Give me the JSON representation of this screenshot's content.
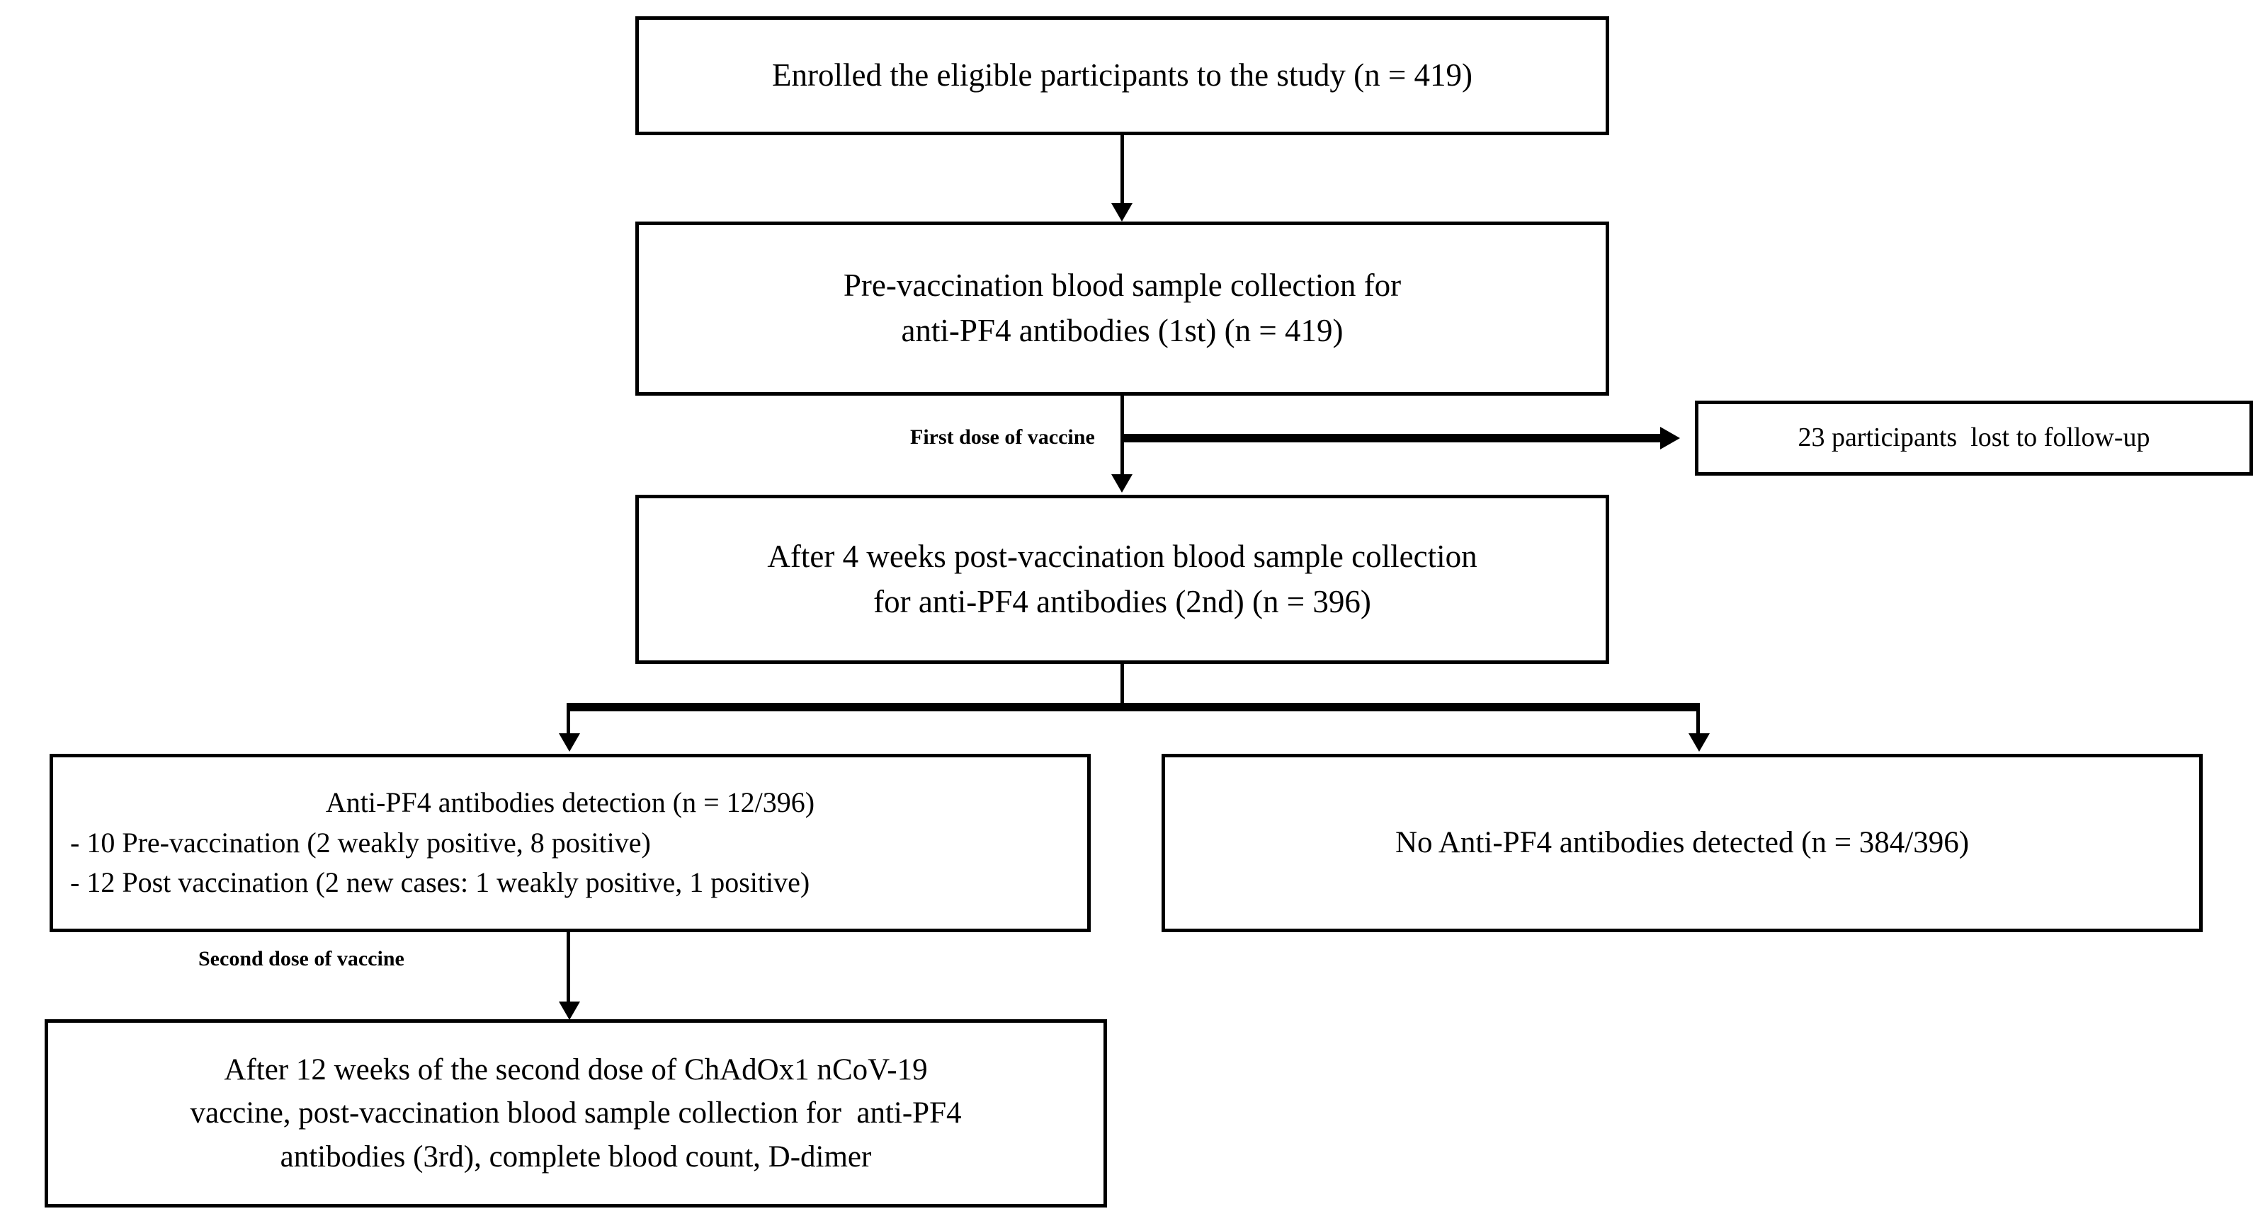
{
  "diagram": {
    "title": "Study participant flow diagram",
    "colors": {
      "stroke": "#000000",
      "background": "#ffffff",
      "text": "#000000"
    },
    "nodes": {
      "enrolled": {
        "id": "enrolled",
        "lines": [
          "Enrolled the eligible participants to the study (n = 419)"
        ]
      },
      "pre_vaccination": {
        "id": "pre-vaccination-sample",
        "lines": [
          "Pre-vaccination blood sample collection for",
          "anti-PF4 antibodies (1st) (n = 419)"
        ]
      },
      "lost_followup": {
        "id": "lost-to-follow-up",
        "lines": [
          "23 participants  lost to follow-up"
        ]
      },
      "post_4weeks": {
        "id": "post-4-weeks-sample",
        "lines": [
          "After 4 weeks post-vaccination blood sample collection",
          "for anti-PF4 antibodies (2nd) (n = 396)"
        ]
      },
      "antibodies_detected": {
        "id": "anti-pf4-detected",
        "header": "Anti-PF4 antibodies detection (n = 12/396)",
        "bullets": [
          "- 10 Pre-vaccination (2 weakly positive, 8 positive)",
          "- 12 Post vaccination (2 new cases: 1 weakly positive, 1 positive)"
        ]
      },
      "no_antibodies": {
        "id": "no-anti-pf4-detected",
        "lines": [
          "No Anti-PF4 antibodies detected (n = 384/396)"
        ]
      },
      "post_12weeks": {
        "id": "post-12-weeks-second-dose",
        "lines": [
          "After 12 weeks of the second dose of ChAdOx1 nCoV-19",
          "vaccine, post-vaccination blood sample collection for  anti-PF4",
          "antibodies (3rd), complete blood count, D-dimer"
        ]
      }
    },
    "edge_labels": {
      "first_dose": "First dose of vaccine",
      "second_dose": "Second dose of vaccine"
    }
  }
}
